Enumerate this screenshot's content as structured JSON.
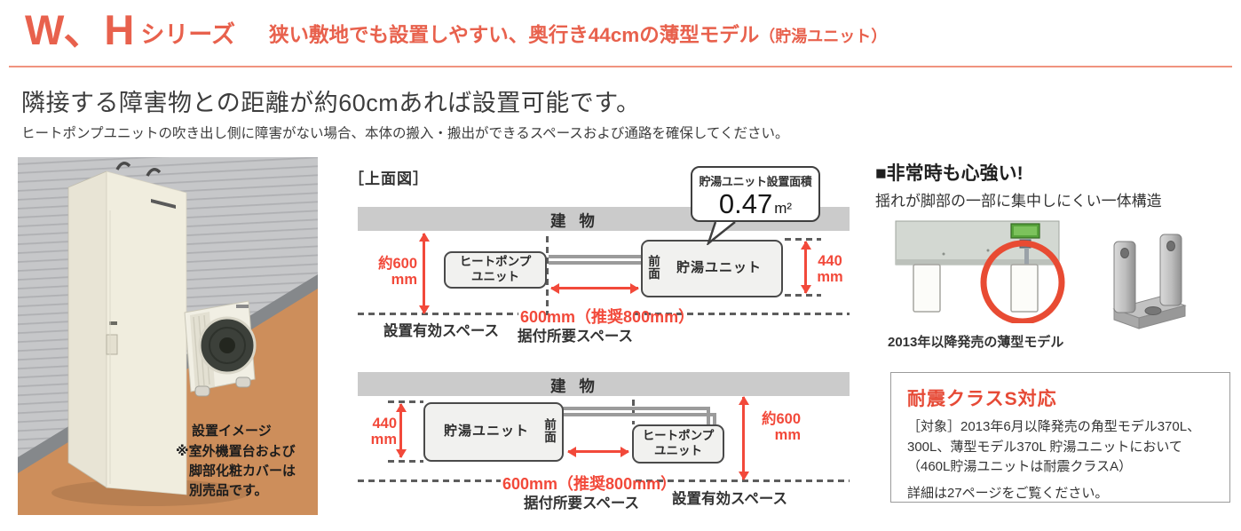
{
  "colors": {
    "accent_red": "#e8614d",
    "dimension_red": "#f2493a",
    "building_band_gray": "#cbcbcb",
    "floor_terracotta": "#cd8e5b",
    "highlight_circle_red": "#e84b33"
  },
  "header": {
    "series_name": "W、H",
    "series_suffix": "シリーズ",
    "tagline": "狭い敷地でも設置しやすい、奥行き44cmの薄型モデル",
    "tagline_note": "（貯湯ユニット）"
  },
  "intro": {
    "heading": "隣接する障害物との距離が約60cmあれば設置可能です。",
    "note": "ヒートポンプユニットの吹き出し側に障害がない場合、本体の搬入・搬出ができるスペースおよび通路を確保してください。"
  },
  "photo": {
    "caption_title": "設置イメージ",
    "caption_note": "※室外機置台および\n脚部化粧カバーは\n別売品です。"
  },
  "diagrams": {
    "view_label": "［上面図］",
    "building_label": "建 物",
    "callout": {
      "label": "貯湯ユニット設置面積",
      "value": "0.47",
      "unit": "m²"
    },
    "labels": {
      "hp_unit": "ヒートポンプ\nユニット",
      "tank_unit": "貯湯ユニット",
      "front": "前面",
      "dim_depth": "440\nmm",
      "dim_side": "約600\nmm",
      "dim_required": "600mm（推奨800mm）",
      "space_effective": "設置有効スペース",
      "space_required": "据付所要スペース"
    }
  },
  "safety": {
    "heading": "■非常時も心強い!",
    "subheading": "揺れが脚部の一部に集中しにくい一体構造",
    "image_caption": "2013年以降発売の薄型モデル",
    "box": {
      "title": "耐震クラスS対応",
      "body": "［対象］2013年6月以降発売の角型モデル370L、\n300L、薄型モデル370L 貯湯ユニットにおいて\n（460L貯湯ユニットは耐震クラスA）",
      "detail": "詳細は27ページをご覧ください。"
    }
  }
}
